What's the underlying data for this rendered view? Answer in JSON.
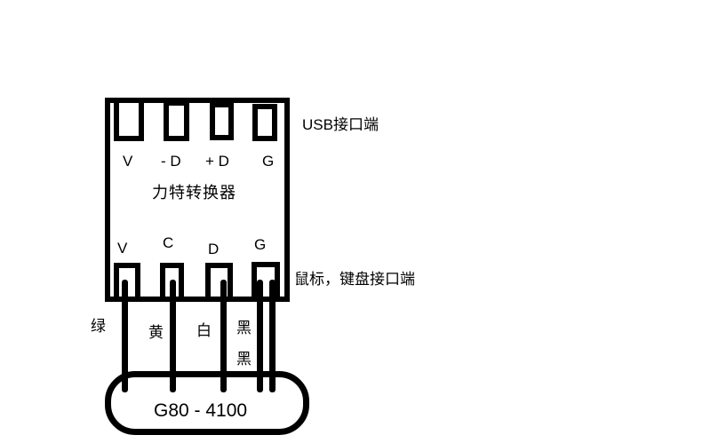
{
  "palette": {
    "background": "#ffffff",
    "stroke": "#000000"
  },
  "converter": {
    "name": "力特转换器",
    "usb_side_label": "USB接口端",
    "ps2_side_label": "鼠标，键盘接口端",
    "usb_pins": [
      {
        "label": "V"
      },
      {
        "label": "- D"
      },
      {
        "label": "+ D"
      },
      {
        "label": "G"
      }
    ],
    "ps2_pins": [
      {
        "label": "V"
      },
      {
        "label": "C"
      },
      {
        "label": "D"
      },
      {
        "label": "G"
      }
    ]
  },
  "wires": [
    {
      "color_label": "绿"
    },
    {
      "color_label": "黄"
    },
    {
      "color_label": "白"
    },
    {
      "color_label": "黑"
    },
    {
      "color_label": "黑"
    }
  ],
  "device": {
    "model": "G80 - 4100"
  }
}
